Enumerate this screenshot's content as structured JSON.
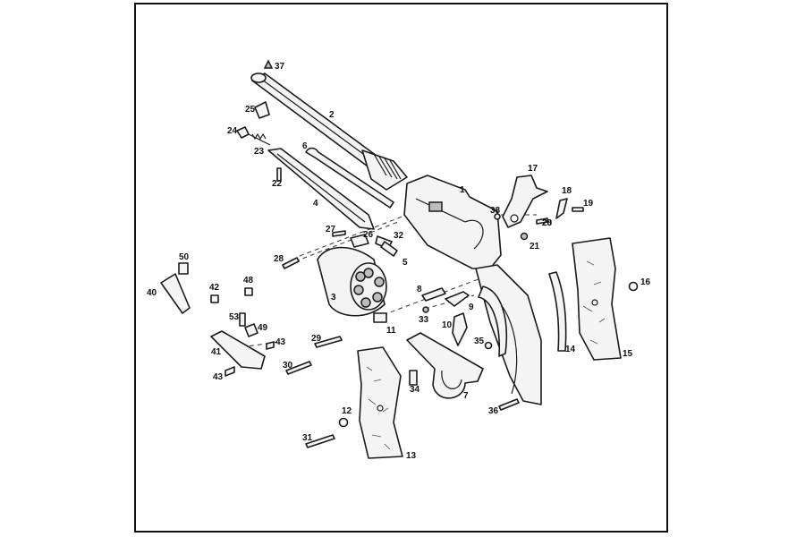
{
  "diagram": {
    "frame_border_color": "#111111",
    "part_labels": [
      {
        "id": "p1",
        "text": "1"
      },
      {
        "id": "p2",
        "text": "2"
      },
      {
        "id": "p3",
        "text": "3"
      },
      {
        "id": "p4",
        "text": "4"
      },
      {
        "id": "p5",
        "text": "5"
      },
      {
        "id": "p6",
        "text": "6"
      },
      {
        "id": "p7",
        "text": "7"
      },
      {
        "id": "p8",
        "text": "8"
      },
      {
        "id": "p9",
        "text": "9"
      },
      {
        "id": "p10",
        "text": "10"
      },
      {
        "id": "p11",
        "text": "11"
      },
      {
        "id": "p12",
        "text": "12"
      },
      {
        "id": "p13",
        "text": "13"
      },
      {
        "id": "p14",
        "text": "14"
      },
      {
        "id": "p15",
        "text": "15"
      },
      {
        "id": "p16",
        "text": "16"
      },
      {
        "id": "p17",
        "text": "17"
      },
      {
        "id": "p18",
        "text": "18"
      },
      {
        "id": "p19",
        "text": "19"
      },
      {
        "id": "p20",
        "text": "20"
      },
      {
        "id": "p21",
        "text": "21"
      },
      {
        "id": "p22",
        "text": "22"
      },
      {
        "id": "p23",
        "text": "23"
      },
      {
        "id": "p24",
        "text": "24"
      },
      {
        "id": "p25",
        "text": "25"
      },
      {
        "id": "p26",
        "text": "26"
      },
      {
        "id": "p27",
        "text": "27"
      },
      {
        "id": "p28a",
        "text": "28"
      },
      {
        "id": "p28b",
        "text": "28"
      },
      {
        "id": "p29",
        "text": "29"
      },
      {
        "id": "p30",
        "text": "30"
      },
      {
        "id": "p31",
        "text": "31"
      },
      {
        "id": "p32",
        "text": "32"
      },
      {
        "id": "p33",
        "text": "33"
      },
      {
        "id": "p34",
        "text": "34"
      },
      {
        "id": "p35",
        "text": "35"
      },
      {
        "id": "p36",
        "text": "36"
      },
      {
        "id": "p37",
        "text": "37"
      },
      {
        "id": "p38",
        "text": "38"
      },
      {
        "id": "p40",
        "text": "40"
      },
      {
        "id": "p41",
        "text": "41"
      },
      {
        "id": "p42",
        "text": "42"
      },
      {
        "id": "p43a",
        "text": "43"
      },
      {
        "id": "p43b",
        "text": "43"
      },
      {
        "id": "p48",
        "text": "48"
      },
      {
        "id": "p49",
        "text": "49"
      },
      {
        "id": "p50",
        "text": "50"
      },
      {
        "id": "p53",
        "text": "53"
      }
    ]
  }
}
